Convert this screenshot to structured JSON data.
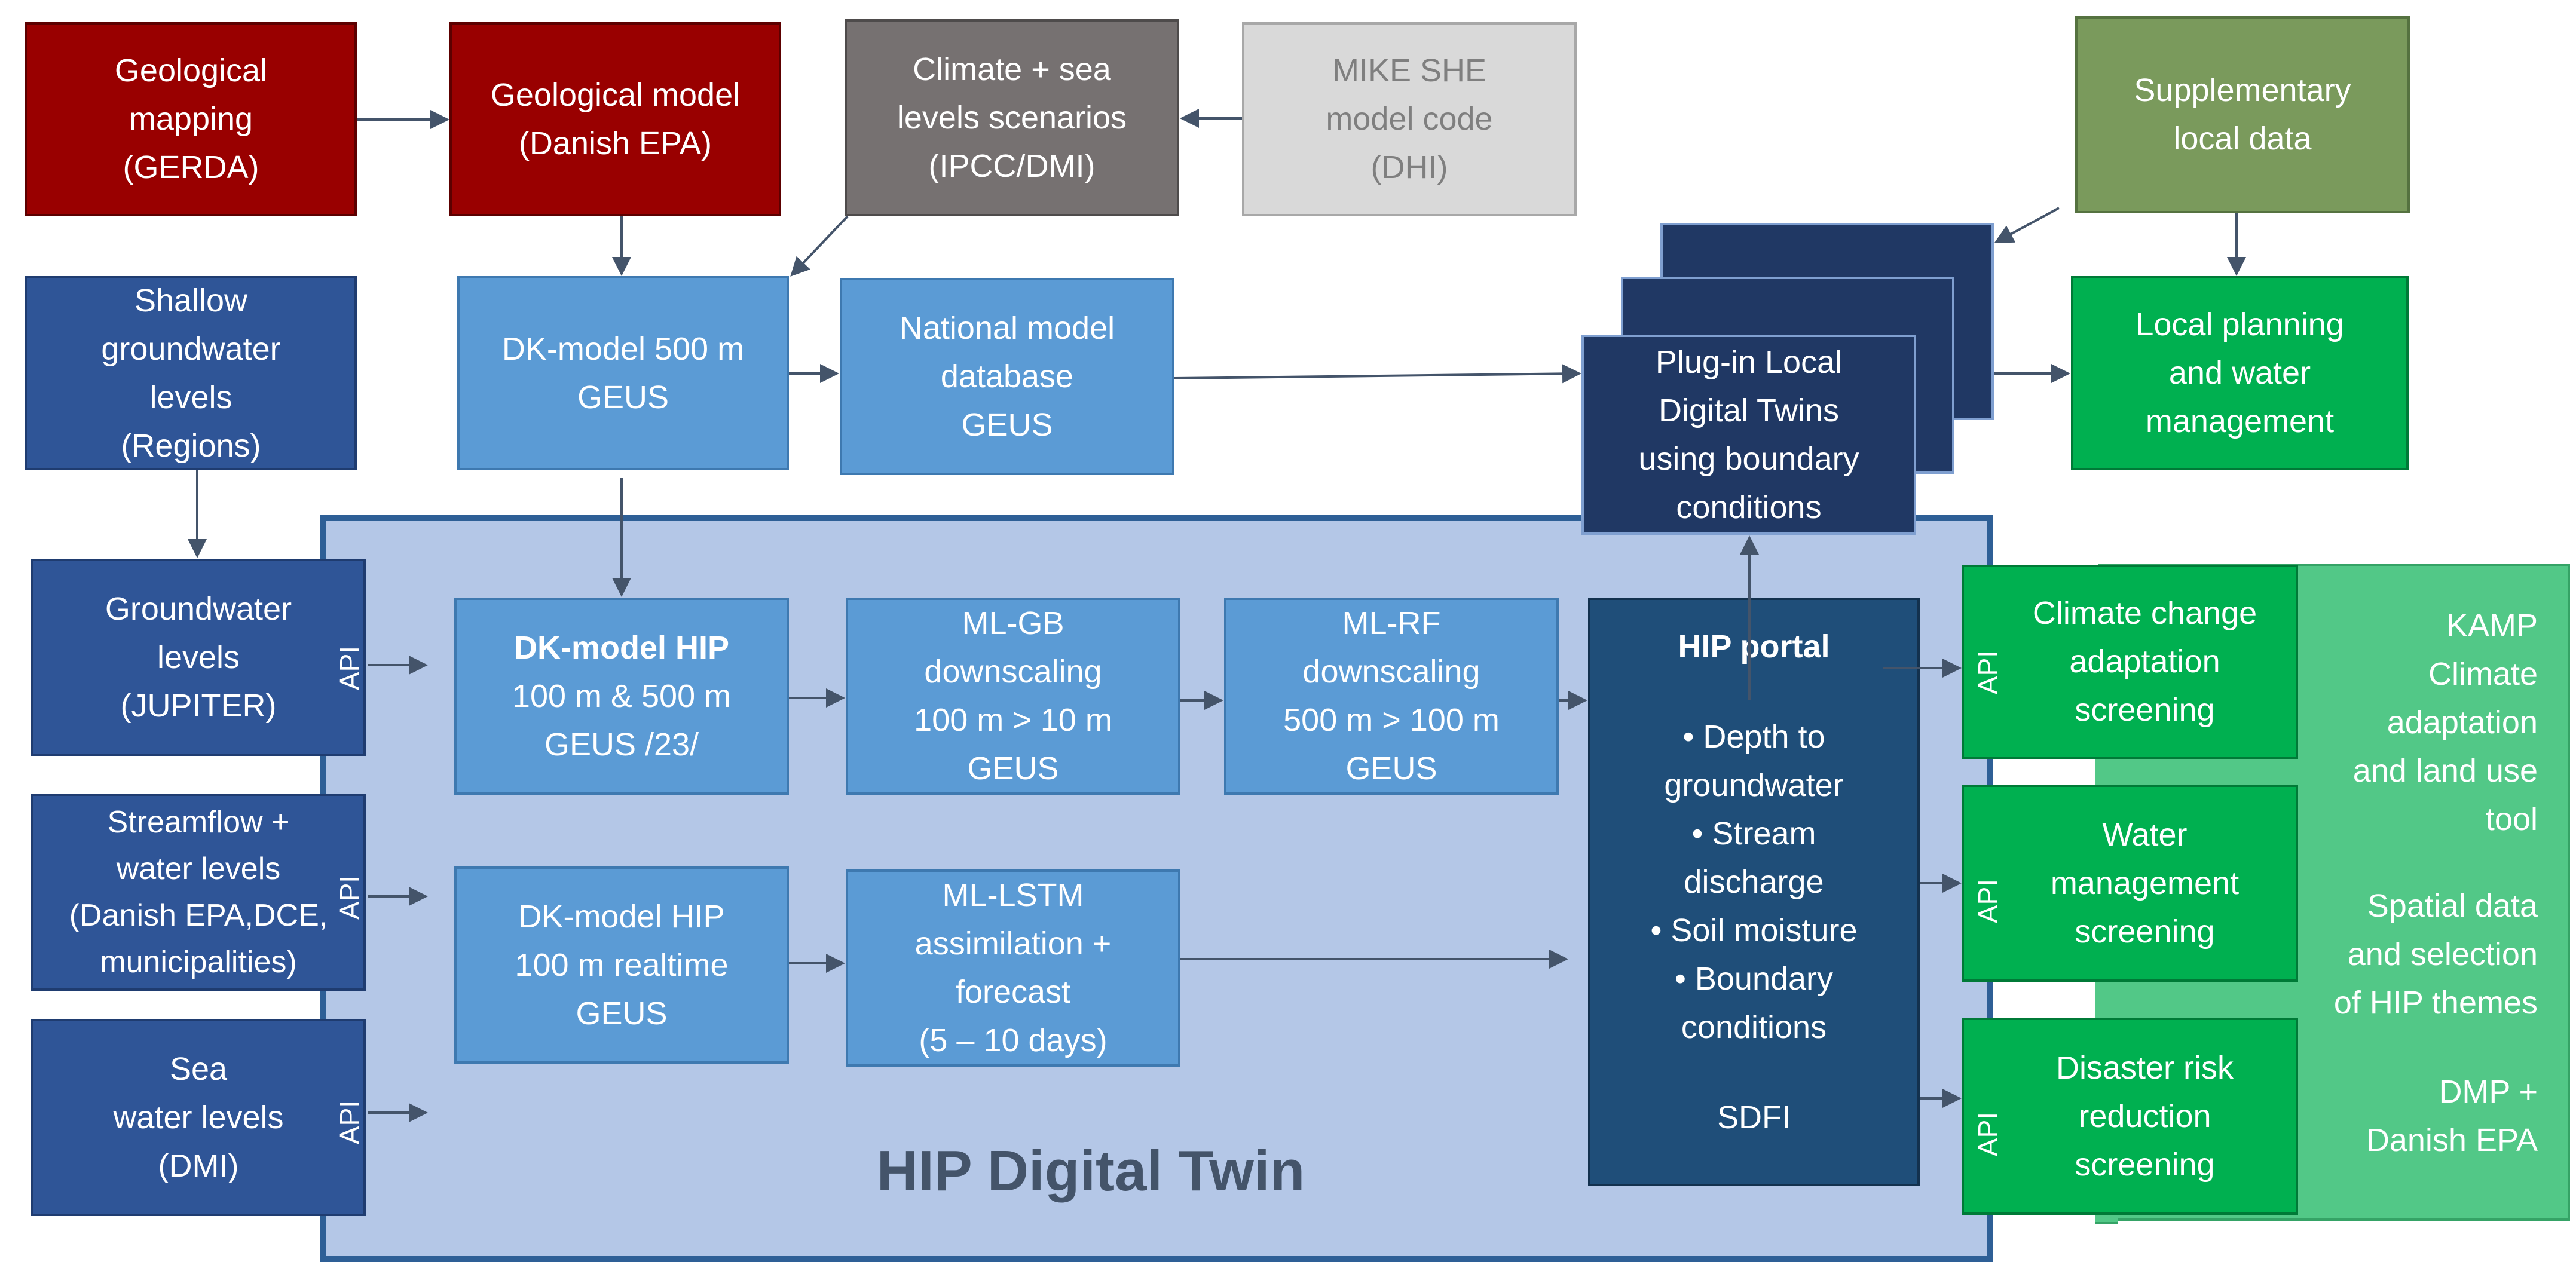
{
  "diagram_title": "HIP Digital Twin",
  "api_label": "API",
  "boxes": {
    "gerda": [
      "Geological",
      "mapping",
      "(GERDA)"
    ],
    "geo_model": [
      "Geological model",
      "(Danish EPA)"
    ],
    "climate": [
      "Climate + sea",
      "levels scenarios",
      "(IPCC/DMI)"
    ],
    "mike_she": [
      "MIKE SHE",
      "model code",
      "(DHI)"
    ],
    "supplementary": [
      "Supplementary",
      "local data"
    ],
    "shallow_gw": [
      "Shallow",
      "groundwater",
      "levels",
      "(Regions)"
    ],
    "dk500": [
      "DK-model 500 m",
      "GEUS"
    ],
    "national_db": [
      "National model",
      "database",
      "GEUS"
    ],
    "plugin": [
      "Plug-in Local",
      "Digital Twins",
      "using boundary",
      "conditions"
    ],
    "local_planning": [
      "Local planning",
      "and water",
      "management"
    ],
    "gw_jupiter": [
      "Groundwater",
      "levels",
      "(JUPITER)"
    ],
    "streamflow": [
      "Streamflow +",
      "water levels",
      "(Danish EPA,DCE,",
      "municipalities)"
    ],
    "sea_levels": [
      "Sea",
      "water levels",
      "(DMI)"
    ],
    "dk_hip": [
      "DK-model HIP",
      "100 m & 500 m",
      "GEUS /23/"
    ],
    "ml_gb": [
      "ML-GB",
      "downscaling",
      "100 m > 10 m",
      "GEUS"
    ],
    "ml_rf": [
      "ML-RF",
      "downscaling",
      "500 m > 100 m",
      "GEUS"
    ],
    "dk_realtime": [
      "DK-model HIP",
      "100 m realtime",
      "GEUS"
    ],
    "ml_lstm": [
      "ML-LSTM",
      "assimilation +",
      "forecast",
      "(5 – 10 days)"
    ],
    "portal_title": "HIP portal",
    "portal_items": [
      "• Depth to",
      "groundwater",
      "• Stream",
      "discharge",
      "• Soil moisture",
      "• Boundary",
      "conditions"
    ],
    "portal_footer": "SDFI",
    "climate_screen": [
      "Climate change",
      "adaptation",
      "screening"
    ],
    "water_screen": [
      "Water",
      "management",
      "screening"
    ],
    "disaster_screen": [
      "Disaster risk",
      "reduction",
      "screening"
    ],
    "kamp": [
      "KAMP",
      "Climate",
      "adaptation",
      "and land use",
      "tool"
    ],
    "spatial": [
      "Spatial data",
      "and selection",
      "of HIP themes"
    ],
    "dmp": [
      "DMP +",
      "Danish EPA"
    ]
  },
  "colors": {
    "red": "#990000",
    "grey": "#767171",
    "light_grey": "#d9d9d9",
    "olive": "#7a9a5c",
    "navy": "#2f5597",
    "sky": "#5b9bd5",
    "dark_navy": "#203864",
    "portal": "#1f4e79",
    "green": "#00b050",
    "mint": "#52c887",
    "frame_fill": "#b4c7e7",
    "arrow": "#44546a"
  }
}
